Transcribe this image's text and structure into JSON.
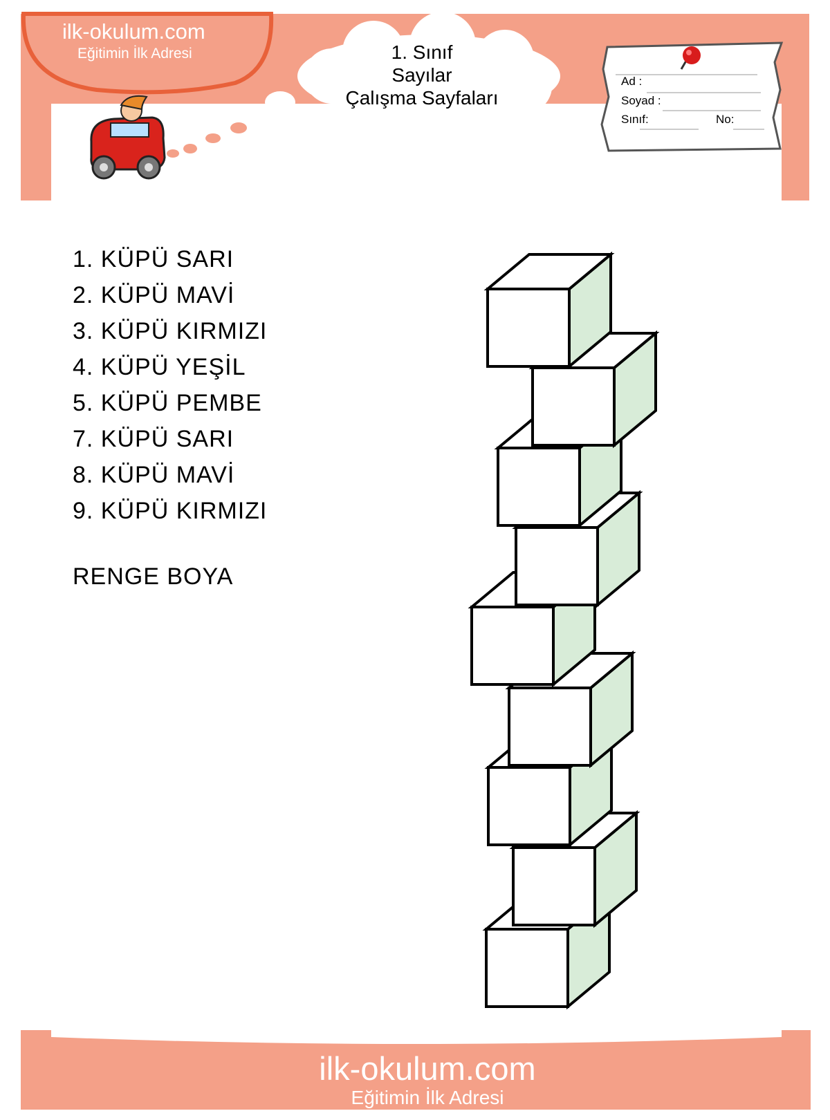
{
  "header": {
    "logo": {
      "site": "ilk-okulum.com",
      "tagline": "Eğitimin İlk Adresi"
    },
    "cloud": {
      "line1": "1. Sınıf",
      "line2": "Sayılar",
      "line3": "Çalışma Sayfaları"
    },
    "name_card": {
      "ad": "Ad :",
      "soyad": "Soyad :",
      "sinif": "Sınıf:",
      "no": "No:"
    }
  },
  "tasks": [
    "1. KÜPÜ SARI",
    "2. KÜPÜ MAVİ",
    "3. KÜPÜ KIRMIZI",
    "4. KÜPÜ YEŞİL",
    "5. KÜPÜ PEMBE",
    "7. KÜPÜ SARI",
    "8. KÜPÜ MAVİ",
    "9. KÜPÜ KIRMIZI"
  ],
  "instruction": "RENGE BOYA",
  "footer": {
    "site": "ilk-okulum.com",
    "tagline": "Eğitimin İlk Adresi"
  },
  "colors": {
    "frame": "#f4a088",
    "logo_border": "#e8613a",
    "cube_side": "#d8ecd8",
    "pin": "#d81c1c"
  },
  "icons": [
    "car-cartoon-icon",
    "push-pin-icon",
    "thought-cloud-icon"
  ]
}
